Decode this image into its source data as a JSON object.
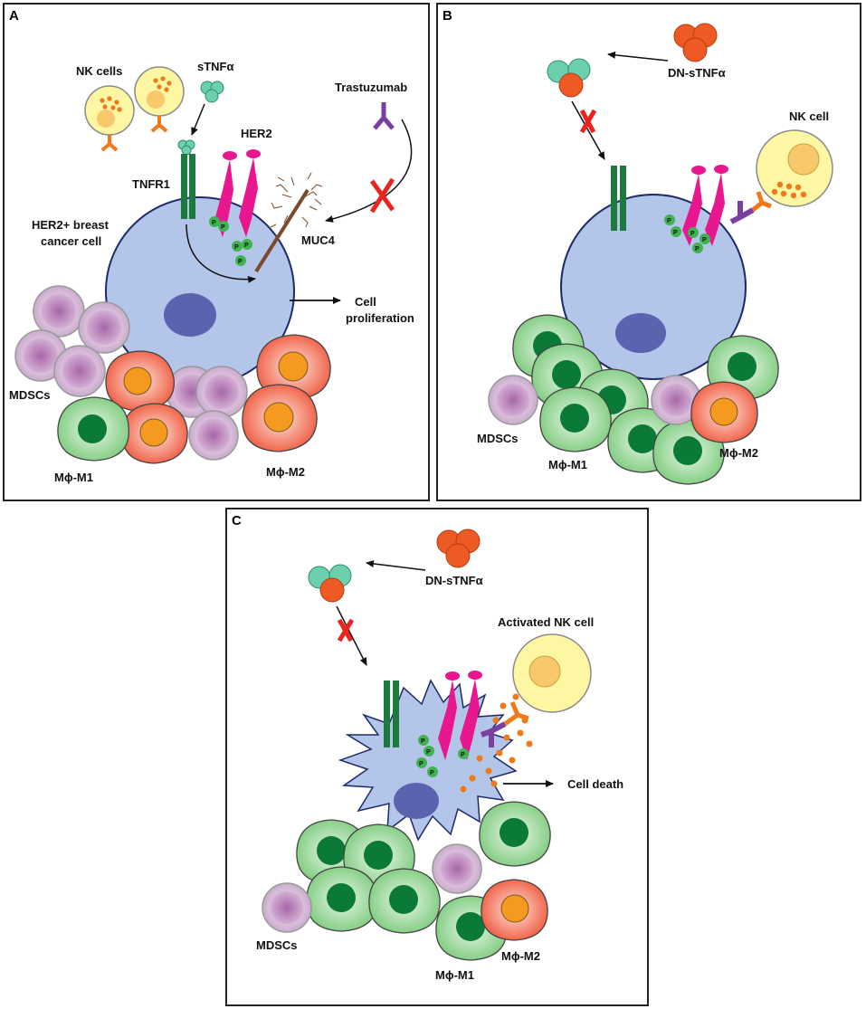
{
  "panels": {
    "a": {
      "letter": "A",
      "nk_cells": "NK cells",
      "stnf": "sTNFα",
      "trastuzumab": "Trastuzumab",
      "tnfr1": "TNFR1",
      "her2": "HER2",
      "cancer_cell_line1": "HER2+ breast",
      "cancer_cell_line2": "cancer cell",
      "muc4": "MUC4",
      "outcome_line1": "Cell",
      "outcome_line2": "proliferation",
      "mdscs": "MDSCs",
      "m1": "Mϕ-M1",
      "m2": "Mϕ-M2"
    },
    "b": {
      "letter": "B",
      "dn_stnf": "DN-sTNFα",
      "nk_cell": "NK cell",
      "mdscs": "MDSCs",
      "m1": "Mϕ-M1",
      "m2": "Mϕ-M2"
    },
    "c": {
      "letter": "C",
      "dn_stnf": "DN-sTNFα",
      "nk_cell": "Activated NK cell",
      "outcome": "Cell death",
      "mdscs": "MDSCs",
      "m1": "Mϕ-M1",
      "m2": "Mϕ-M2"
    }
  },
  "phospho_label": "P",
  "colors": {
    "cancer_cell": "#b3c5e8",
    "nucleus": "#5b63b0",
    "tnfr1": "#1c7a3c",
    "her2": "#e8178f",
    "stnf": "#6ccfae",
    "dn_stnf": "#ee5a24",
    "trastuzumab": "#7b3fa0",
    "nk_cell": "#fdf6a3",
    "nk_granule": "#f07a1a",
    "muc4": "#7b4a2a",
    "m1": "#7ecb7e",
    "m1_nucleus": "#0b7a38",
    "m2": "#f26a50",
    "m2_nucleus": "#f59a1f",
    "mdsc": "#c9a6cf",
    "inhibit_x": "#e8241c"
  }
}
